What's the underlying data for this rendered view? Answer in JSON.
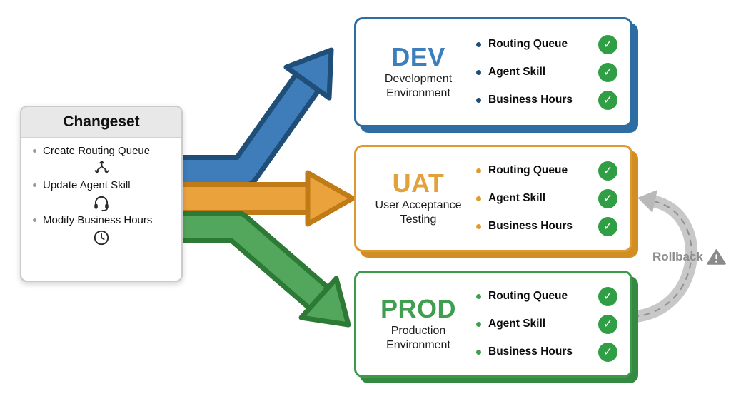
{
  "changeset": {
    "title": "Changeset",
    "items": [
      {
        "label": "Create Routing Queue",
        "icon": "routing-icon"
      },
      {
        "label": "Update Agent Skill",
        "icon": "headset-icon"
      },
      {
        "label": "Modify Business Hours",
        "icon": "clock-icon"
      }
    ]
  },
  "environments": [
    {
      "code": "DEV",
      "name": "Development Environment",
      "accent": "#3d7ebd",
      "border": "#2e6da4",
      "items": [
        "Routing Queue",
        "Agent Skill",
        "Business Hours"
      ]
    },
    {
      "code": "UAT",
      "name": "User Acceptance Testing",
      "accent": "#e2a13a",
      "border": "#dd9a33",
      "items": [
        "Routing Queue",
        "Agent Skill",
        "Business Hours"
      ]
    },
    {
      "code": "PROD",
      "name": "Production Environment",
      "accent": "#3f9e4f",
      "border": "#3c9a4b",
      "items": [
        "Routing Queue",
        "Agent Skill",
        "Business Hours"
      ]
    }
  ],
  "rollback": {
    "label": "Rollback"
  },
  "icons": {
    "check": "✓",
    "warning": "!"
  },
  "colors": {
    "check_green": "#2f9e44",
    "arrow_blue_fill": "#3e7cba",
    "arrow_blue_outline": "#1f4e79",
    "arrow_orange_fill": "#eaa33c",
    "arrow_orange_outline": "#c07b16",
    "arrow_green_fill": "#53a75d",
    "arrow_green_outline": "#2c7a36",
    "rollback_gray": "#c8c8c8"
  }
}
